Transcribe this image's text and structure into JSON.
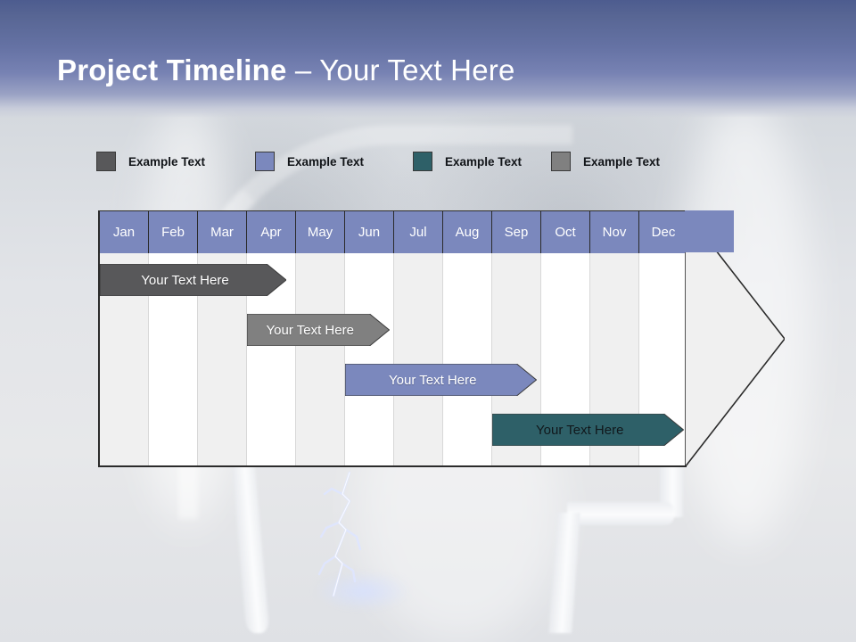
{
  "slide": {
    "title_bold": "Project Timeline",
    "title_sep": " – ",
    "title_light": "Your Text Here",
    "background_top_color": "#4d5c8f",
    "background_base_color": "#e4e6e9"
  },
  "legend": {
    "items": [
      {
        "label": "Example Text",
        "color": "#58585a"
      },
      {
        "label": "Example Text",
        "color": "#7b88bd"
      },
      {
        "label": "Example Text",
        "color": "#2e6068"
      },
      {
        "label": "Example Text",
        "color": "#808080"
      }
    ]
  },
  "chart_data": {
    "type": "bar",
    "title": "Project Timeline – Your Text Here",
    "xlabel": "",
    "ylabel": "",
    "grid": true,
    "legend_position": "top",
    "categories": [
      "Jan",
      "Feb",
      "Mar",
      "Apr",
      "May",
      "Jun",
      "Jul",
      "Aug",
      "Sep",
      "Oct",
      "Nov",
      "Dec"
    ],
    "header_color": "#7b88bd",
    "tasks": [
      {
        "label": "Your  Text Here",
        "start_month": "Jan",
        "end_month": "Apr",
        "start_index": 0,
        "end_index": 3.8,
        "color": "#58585a",
        "text_color": "#ffffff",
        "row": 1
      },
      {
        "label": "Your  Text Here",
        "start_month": "Apr",
        "end_month": "Jun",
        "start_index": 3.0,
        "end_index": 5.9,
        "color": "#808080",
        "text_color": "#ffffff",
        "row": 2
      },
      {
        "label": "Your  Text Here",
        "start_month": "Jun",
        "end_month": "Sep",
        "start_index": 5.0,
        "end_index": 8.9,
        "color": "#7b88bd",
        "text_color": "#ffffff",
        "row": 3
      },
      {
        "label": "Your  Text Here",
        "start_month": "Sep",
        "end_month": "Dec",
        "start_index": 8.0,
        "end_index": 11.9,
        "color": "#2e6068",
        "text_color": "#11181c",
        "row": 4
      }
    ]
  }
}
